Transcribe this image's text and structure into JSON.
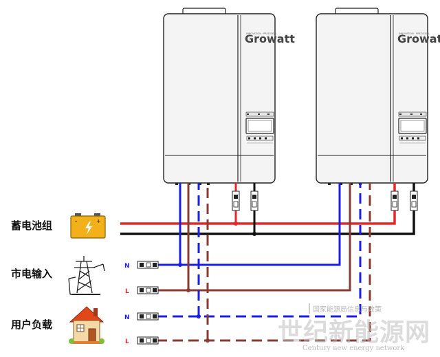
{
  "colors": {
    "battery_wire": "#e8262a",
    "neutral_wire": "#1a1ee0",
    "line_wire": "#8b3a32",
    "ground_wire": "#111111",
    "inverter_body": "#f4f4f4",
    "battery_fill": "#f2b11b"
  },
  "inverters": [
    {
      "brand": "Growatt",
      "tagline": "INNOVATION · PRECISION"
    },
    {
      "brand": "Growatt",
      "tagline": "INNOVATION · PRECISION"
    }
  ],
  "sources": [
    {
      "label": "蓄电池组",
      "icon": "battery-icon"
    },
    {
      "label": "市电输入",
      "icon": "power-tower-icon"
    },
    {
      "label": "用户负载",
      "icon": "house-icon"
    }
  ],
  "wire_tags": {
    "n": "N",
    "l": "L"
  },
  "watermark": {
    "banner": "国家能源局信息与政策",
    "title": "世纪新能源网",
    "subtitle": "Century new energy network"
  }
}
